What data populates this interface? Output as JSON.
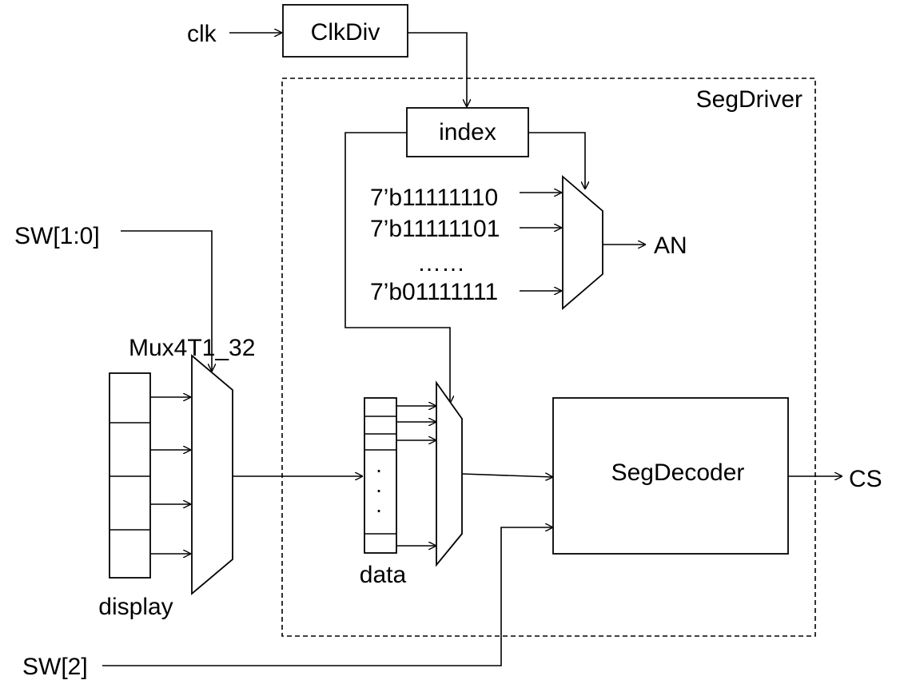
{
  "inputs": {
    "clk": "clk",
    "sw_low": "SW[1:0]",
    "sw_high": "SW[2]"
  },
  "blocks": {
    "clkdiv": "ClkDiv",
    "segdriver": "SegDriver",
    "index": "index",
    "mux": "Mux4T1_32",
    "display": "display",
    "data": "data",
    "segdecoder": "SegDecoder"
  },
  "an_constants": [
    "7’b11111110",
    "7’b11111101",
    "……",
    "7’b01111111"
  ],
  "data_dots": [
    ".",
    ".",
    "."
  ],
  "outputs": {
    "an": "AN",
    "cs": "CS"
  }
}
